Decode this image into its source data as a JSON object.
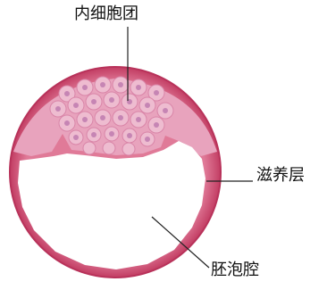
{
  "diagram": {
    "labels": {
      "inner_cell_mass": "内细胞团",
      "trophoblast": "滋养层",
      "blastocoel": "胚泡腔"
    },
    "colors": {
      "membrane": "#d9577a",
      "membrane_dark": "#c23d63",
      "cell_fill": "#e9a4c0",
      "nucleus": "#b86aa3",
      "cavity": "#ffffff",
      "leader_line": "#222222"
    }
  }
}
